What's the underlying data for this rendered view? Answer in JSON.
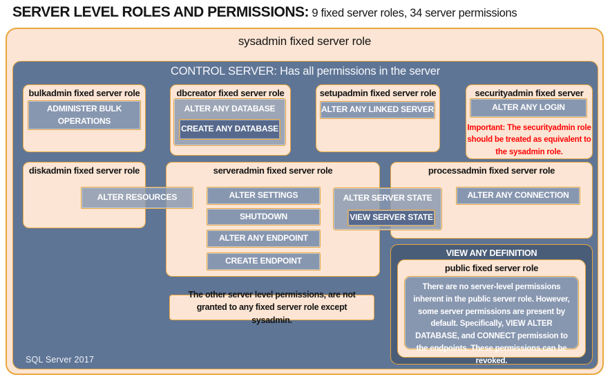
{
  "page": {
    "title_bold": "SERVER LEVEL ROLES AND PERMISSIONS:",
    "title_rest": " 9 fixed server roles, 34 server permissions",
    "footer": "SQL Server 2017"
  },
  "colors": {
    "peach": "#FCE5D4",
    "canvas_blue": "#5F7596",
    "button_gray": "#8897B0",
    "nested_dark": "#56698C",
    "definition_dark": "#4A5D78",
    "gold_border": "#E9A63C",
    "warning_red": "#FF0505"
  },
  "sysadmin": {
    "title": "sysadmin fixed server role"
  },
  "control": {
    "title": "CONTROL SERVER: Has all permissions in the server"
  },
  "roles": {
    "bulkadmin": {
      "title": "bulkadmin fixed server role",
      "perm": "ADMINISTER BULK OPERATIONS"
    },
    "dbcreator": {
      "title": "dbcreator fixed server role",
      "perm_outer": "ALTER ANY DATABASE",
      "perm_inner": "CREATE ANY DATABASE"
    },
    "setupadmin": {
      "title": "setupadmin fixed server role",
      "perm": "ALTER ANY LINKED SERVER"
    },
    "securityadmin": {
      "title": "securityadmin fixed server role",
      "perm": "ALTER ANY LOGIN",
      "warning": "Important: The securityadmin role should be treated as equivalent to the sysadmin role."
    },
    "diskadmin": {
      "title": "diskadmin fixed server role",
      "perm": "ALTER RESOURCES"
    },
    "serveradmin": {
      "title": "serveradmin fixed server role",
      "perms": [
        "ALTER SETTINGS",
        "SHUTDOWN",
        "ALTER ANY ENDPOINT",
        "CREATE ENDPOINT"
      ],
      "state_outer": "ALTER SERVER STATE",
      "state_inner": "VIEW SERVER STATE"
    },
    "processadmin": {
      "title": "processadmin fixed server role",
      "perm": "ALTER ANY CONNECTION"
    },
    "public": {
      "container": "VIEW ANY DEFINITION",
      "title": "public fixed server role",
      "body": "There are no server-level permissions inherent in the public server role. However, some server permissions are present by default. Specifically, VIEW ALTER DATABASE, and CONNECT permission to the endpoints. These permissions can be revoked."
    }
  },
  "note": "The other server level permissions, are not granted to any fixed server role except sysadmin."
}
